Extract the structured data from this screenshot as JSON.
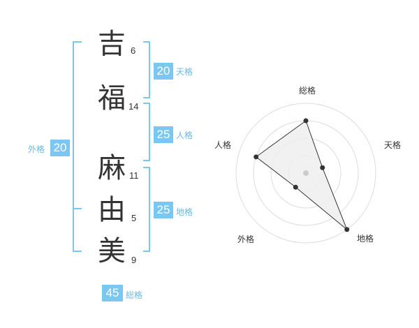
{
  "colors": {
    "accent": "#7cc6f2",
    "accent_text": "#6cb8e6",
    "text": "#333333",
    "radar_fill": "#eeeeee",
    "radar_ring": "#dddddd"
  },
  "name": {
    "characters": [
      {
        "char": "吉",
        "strokes": "6"
      },
      {
        "char": "福",
        "strokes": "14"
      },
      {
        "char": "麻",
        "strokes": "11"
      },
      {
        "char": "由",
        "strokes": "5"
      },
      {
        "char": "美",
        "strokes": "9"
      }
    ]
  },
  "fortunes": {
    "tenkaku": {
      "value": "20",
      "label": "天格"
    },
    "jinkaku": {
      "value": "25",
      "label": "人格"
    },
    "chikaku": {
      "value": "25",
      "label": "地格"
    },
    "gaikaku": {
      "value": "20",
      "label": "外格"
    },
    "soukaku": {
      "value": "45",
      "label": "総格"
    }
  },
  "chart_data": {
    "type": "radar",
    "axes": [
      "総格",
      "天格",
      "地格",
      "外格",
      "人格"
    ],
    "rings": 4,
    "max": 4,
    "values": [
      3,
      1,
      4,
      1,
      3
    ]
  }
}
